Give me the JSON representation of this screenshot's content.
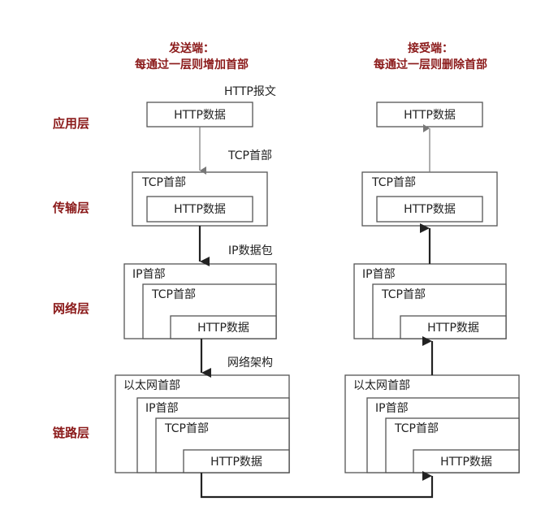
{
  "sender": {
    "title": "发送端：",
    "subtitle": "每通过一层则增加首部"
  },
  "receiver": {
    "title": "接受端：",
    "subtitle": "每通过一层则删除首部"
  },
  "layers": {
    "application": "应用层",
    "transport": "传输层",
    "network": "网络层",
    "link": "链路层"
  },
  "annotations": {
    "http_message": "HTTP报文",
    "tcp_header": "TCP首部",
    "ip_packet": "IP数据包",
    "network_frame": "网络架构"
  },
  "labels": {
    "http_data": "HTTP数据",
    "tcp_header": "TCP首部",
    "ip_header": "IP首部",
    "ethernet_header": "以太网首部"
  }
}
